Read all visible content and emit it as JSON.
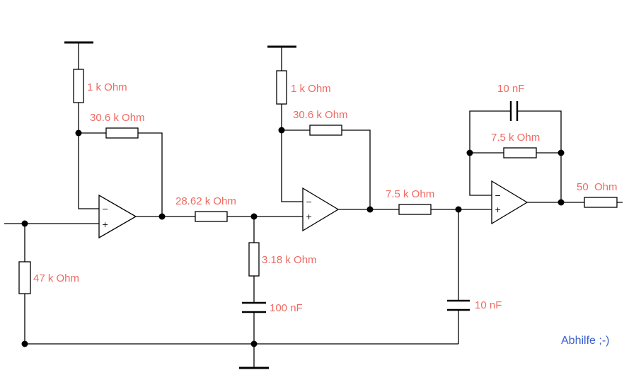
{
  "labels": {
    "r_top1": "1 k Ohm",
    "r_fb1": "30.6 k Ohm",
    "r_47k": "47 k Ohm",
    "r_series1": "28.62 k Ohm",
    "r_318": "3.18 k Ohm",
    "c_100n": "100 nF",
    "r_top2": "1 k Ohm",
    "r_fb2": "30.6 k Ohm",
    "r_series2": "7.5 k Ohm",
    "c_10n_gnd": "10 nF",
    "c_10n_fb": "10 nF",
    "r_fb3": "7.5 k Ohm",
    "r_out": "50  Ohm"
  },
  "opamp_pins": {
    "minus": "−",
    "plus": "+"
  },
  "note": "Abhilfe ;-)",
  "colors": {
    "label": "#ef6a63",
    "note": "#3a5fcd",
    "wire": "#000000"
  }
}
